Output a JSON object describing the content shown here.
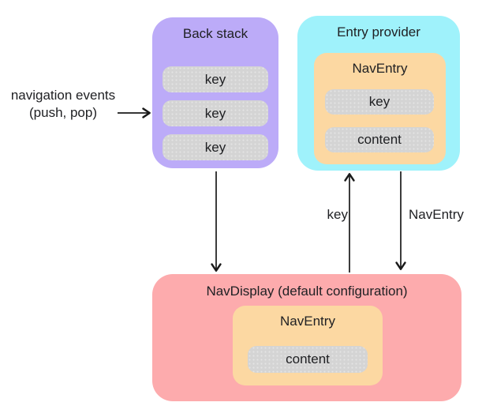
{
  "diagram": {
    "annotation": {
      "line1": "navigation events",
      "line2": "(push, pop)"
    },
    "back_stack": {
      "title": "Back stack",
      "keys": [
        "key",
        "key",
        "key"
      ]
    },
    "entry_provider": {
      "title": "Entry provider",
      "nav_entry": {
        "title": "NavEntry",
        "fields": [
          "key",
          "content"
        ]
      }
    },
    "nav_display": {
      "title": "NavDisplay (default configuration)",
      "nav_entry": {
        "title": "NavEntry",
        "fields": [
          "content"
        ]
      }
    },
    "edges": [
      {
        "from": "navigation-events",
        "to": "back-stack",
        "label": ""
      },
      {
        "from": "back-stack",
        "to": "nav-display",
        "label": ""
      },
      {
        "from": "nav-display",
        "to": "entry-provider",
        "label": "key"
      },
      {
        "from": "entry-provider",
        "to": "nav-display",
        "label": "NavEntry"
      }
    ],
    "colors": {
      "back_stack_fill": "#bcabf8",
      "entry_provider_fill": "#9ff2fb",
      "nav_display_fill": "#fdabad",
      "nav_entry_fill": "#fcd8a2",
      "pill_fill": "#d4d4d4",
      "text": "#202124",
      "arrow": "#1a1a1a",
      "background": "#ffffff"
    }
  }
}
